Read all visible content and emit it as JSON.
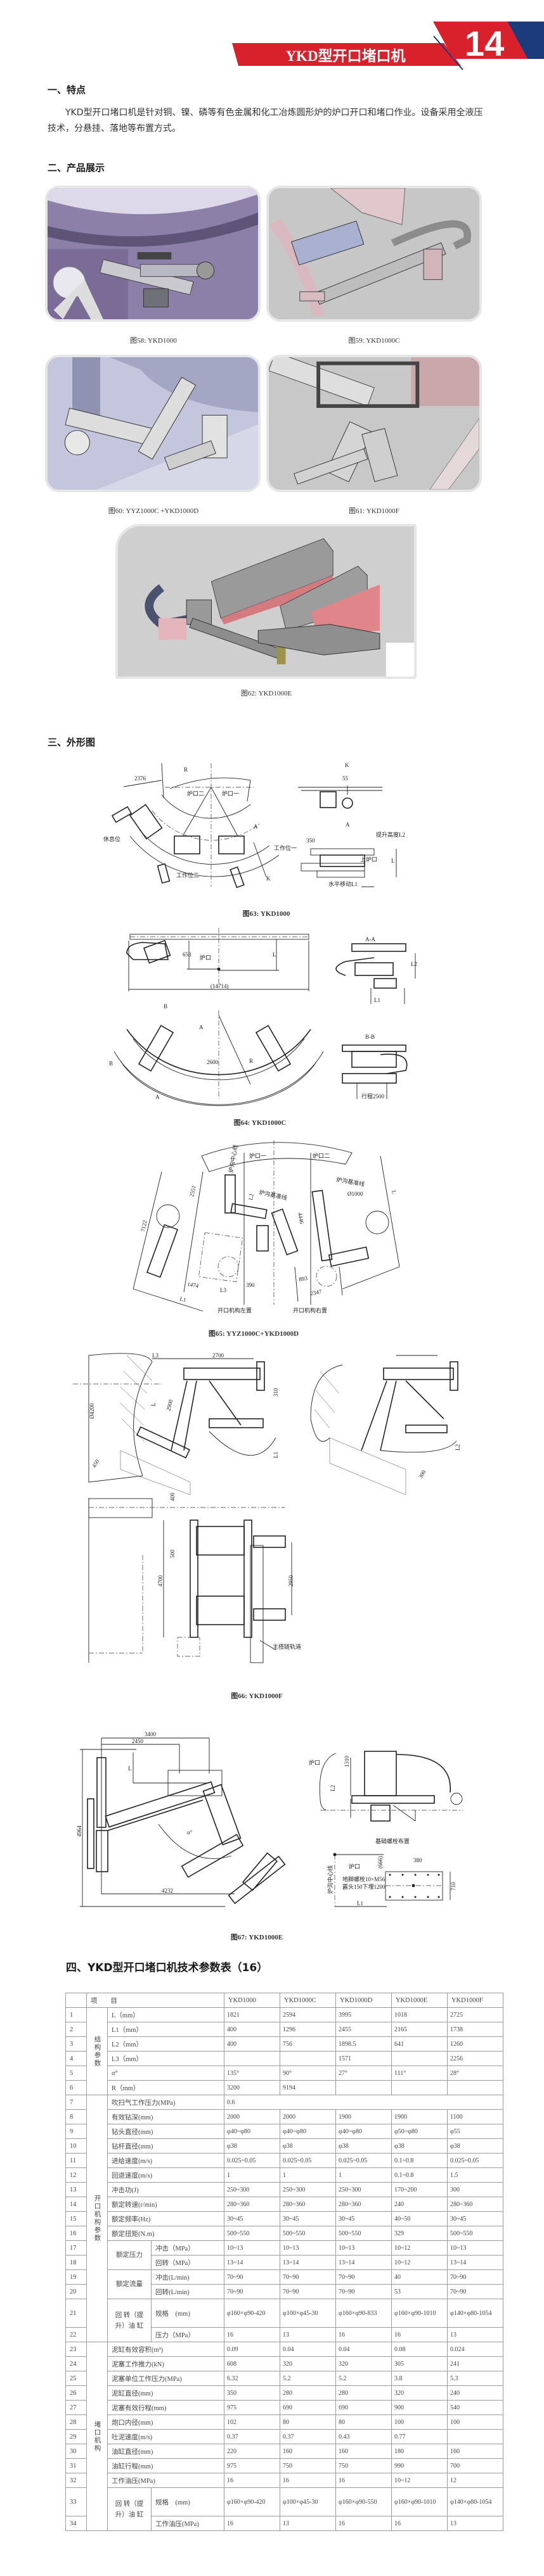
{
  "header": {
    "title": "YKD型开口堵口机",
    "number": "14",
    "colors": {
      "red": "#d8212b",
      "navy": "#1b3b7c"
    }
  },
  "section1": {
    "title": "一、特点",
    "text": "YKD型开口堵口机是针对铜、镍、磷等有色金属和化工冶炼圆形炉的炉口开口和堵口作业。设备采用全液压技术，分悬挂、落地等布置方式。"
  },
  "section2": {
    "title": "二、产品展示"
  },
  "photos": [
    {
      "caption": "图58: YKD1000"
    },
    {
      "caption": "图59: YKD1000C"
    },
    {
      "caption": "图60: YYZ1000C +YKD1000D"
    },
    {
      "caption": "图61: YKD1000F"
    },
    {
      "caption": "图62: YKD1000E"
    }
  ],
  "section3": {
    "title": "三、外形图"
  },
  "drawings": [
    {
      "caption": "图63: YKD1000",
      "labels": [
        "2376",
        "R",
        "炉口二",
        "炉口一",
        "休息位",
        "工作位一",
        "工作位二",
        "K",
        "K",
        "55",
        "A",
        "A",
        "350",
        "提升高度L2",
        "L",
        "上炉口",
        "水平移动L1"
      ]
    },
    {
      "caption": "图64: YKD1000C",
      "labels": [
        "658",
        "炉口",
        "L",
        "(14714)",
        "A-A",
        "L2",
        "L1",
        "B",
        "A",
        "2600",
        "R",
        "B",
        "A",
        "B-B",
        "行程2500"
      ]
    },
    {
      "caption": "图65: YYZ1000C+YKD1000D",
      "labels": [
        "炉沟中心线",
        "炉口一",
        "炉口二",
        "炉沟基准线",
        "2551",
        "7122",
        "L2",
        "4446",
        "Ø1000",
        "L",
        "1474",
        "L3",
        "390",
        "893",
        "2347",
        "L1",
        "开口机构左置",
        "开口机构右置",
        "炉沟基准线"
      ]
    },
    {
      "caption": "图66: YKD1000F",
      "labels": [
        "L3",
        "2700",
        "2900",
        "L",
        "310",
        "Ø4200",
        "450",
        "L1",
        "L2",
        "300",
        "400",
        "500",
        "4700",
        "2950",
        "主搭链轨道"
      ]
    },
    {
      "caption": "图67: YKD1000E",
      "labels": [
        "3400",
        "2450",
        "L",
        "4964",
        "4232",
        "α°",
        "1310",
        "炉口",
        "L2",
        "基础螺栓布置",
        "(666)",
        "380",
        "炉口",
        "地脚螺栓10×M56",
        "露头150下埋1200",
        "炉沟中心线",
        "710",
        "L1"
      ]
    }
  ],
  "section4": {
    "title": "四、YKD型开口堵口机技术参数表（16）"
  },
  "table": {
    "header": {
      "item": "项　　目",
      "models": [
        "YKD1000",
        "YKD1000C",
        "YKD1000D",
        "YKD1000E",
        "YKD1000F"
      ]
    },
    "groups": [
      {
        "label": "结构参数",
        "rows": [
          {
            "no": "1",
            "param": "L（mm）",
            "values": [
              "1821",
              "2594",
              "3995",
              "1018",
              "2725"
            ]
          },
          {
            "no": "2",
            "param": "L1（mm）",
            "values": [
              "400",
              "1296",
              "2455",
              "2165",
              "1738"
            ]
          },
          {
            "no": "3",
            "param": "L2（mm）",
            "values": [
              "400",
              "756",
              "1898.5",
              "641",
              "1260"
            ]
          },
          {
            "no": "4",
            "param": "L3（mm）",
            "values": [
              "",
              "",
              "1571",
              "",
              "2256"
            ]
          },
          {
            "no": "5",
            "param": "α°",
            "values": [
              "135°",
              "90°",
              "27°",
              "111°",
              "28°"
            ]
          },
          {
            "no": "6",
            "param": "R（mm）",
            "values": [
              "3200",
              "9194",
              "",
              "",
              ""
            ]
          }
        ]
      },
      {
        "label": "开口机构参数",
        "rows": [
          {
            "no": "7",
            "param": "吹扫气工作压力(MPa)",
            "values": [
              "0.6"
            ]
          },
          {
            "no": "8",
            "param": "有效钻深(mm)",
            "values": [
              "2000",
              "2000",
              "1900",
              "1900",
              "1100"
            ]
          },
          {
            "no": "9",
            "param": "钻头直径(mm)",
            "values": [
              "φ40~φ80",
              "φ40~φ80",
              "φ40~φ80",
              "φ50~φ80",
              "φ55"
            ]
          },
          {
            "no": "10",
            "param": "钻杆直径(mm)",
            "values": [
              "φ38",
              "φ38",
              "φ38",
              "φ38",
              "φ38"
            ]
          },
          {
            "no": "11",
            "param": "进给速度(m/s)",
            "values": [
              "0.025~0.05",
              "0.025~0.05",
              "0.025~0.05",
              "0.1~0.8",
              "0.025~0.05"
            ]
          },
          {
            "no": "12",
            "param": "回退速度(m/s)",
            "values": [
              "1",
              "1",
              "1",
              "0.1~0.8",
              "1.5"
            ]
          },
          {
            "no": "13",
            "param": "冲击功(J)",
            "values": [
              "250~300",
              "250~300",
              "250~300",
              "170~200",
              "300"
            ]
          },
          {
            "no": "14",
            "param": "额定转速(r/min)",
            "values": [
              "280~360",
              "280~360",
              "280~360",
              "240",
              "280~360"
            ]
          },
          {
            "no": "15",
            "param": "额定频率(Hz)",
            "values": [
              "30~45",
              "30~45",
              "30~45",
              "40~50",
              "30~45"
            ]
          },
          {
            "no": "16",
            "param": "额定扭矩(N.m)",
            "values": [
              "500~550",
              "500~550",
              "500~550",
              "329",
              "500~550"
            ]
          },
          {
            "sub": "额定压力",
            "items": [
              {
                "no": "17",
                "param": "冲击（MPa）",
                "values": [
                  "10~13",
                  "10~13",
                  "10~13",
                  "10~12",
                  "10~13"
                ]
              },
              {
                "no": "18",
                "param": "回转（MPa）",
                "values": [
                  "13~14",
                  "13~14",
                  "13~14",
                  "10~12",
                  "13~14"
                ]
              }
            ]
          },
          {
            "sub": "额定流量",
            "items": [
              {
                "no": "19",
                "param": "冲击(L/min)",
                "values": [
                  "70~90",
                  "70~90",
                  "70~90",
                  "40",
                  "70~90"
                ]
              },
              {
                "no": "20",
                "param": "回转(L/min)",
                "values": [
                  "70~90",
                  "70~90",
                  "70~90",
                  "53",
                  "70~90"
                ]
              }
            ]
          },
          {
            "sub": "回 转（提升）油 缸",
            "items": [
              {
                "no": "21",
                "param": "规格　(mm)",
                "tall": true,
                "values": [
                  "φ160×φ90-420",
                  "φ100×φ45-30",
                  "φ160×φ90-833",
                  "φ160×φ90-1010",
                  "φ140×φ80-1054"
                ]
              },
              {
                "no": "22",
                "param": "压力（MPa）",
                "values": [
                  "16",
                  "13",
                  "16",
                  "16",
                  "13"
                ]
              }
            ]
          }
        ]
      },
      {
        "label": "堵口机构",
        "rows": [
          {
            "no": "23",
            "param": "泥缸有效容积(m³)",
            "values": [
              "0.09",
              "0.04",
              "0.04",
              "0.08",
              "0.024"
            ]
          },
          {
            "no": "24",
            "param": "泥塞工作推力(kN)",
            "values": [
              "608",
              "320",
              "320",
              "305",
              "241"
            ]
          },
          {
            "no": "25",
            "param": "泥塞单位工作压力(MPa)",
            "values": [
              "6.32",
              "5.2",
              "5.2",
              "3.8",
              "5.3"
            ]
          },
          {
            "no": "26",
            "param": "泥缸直径(mm)",
            "values": [
              "350",
              "280",
              "280",
              "320",
              "240"
            ]
          },
          {
            "no": "27",
            "param": "泥塞有效行程(mm)",
            "values": [
              "975",
              "690",
              "690",
              "900",
              "540"
            ]
          },
          {
            "no": "28",
            "param": "炮口内径(mm)",
            "values": [
              "102",
              "80",
              "80",
              "100",
              "100"
            ]
          },
          {
            "no": "29",
            "param": "吐泥速度(m/s)",
            "values": [
              "0.37",
              "0.37",
              "0.43",
              "0.77",
              ""
            ]
          },
          {
            "no": "30",
            "param": "油缸直径(mm)",
            "values": [
              "220",
              "160",
              "160",
              "180",
              "160"
            ]
          },
          {
            "no": "31",
            "param": "油缸行程(mm)",
            "values": [
              "975",
              "750",
              "750",
              "990",
              "700"
            ]
          },
          {
            "no": "32",
            "param": "工作油压(MPa)",
            "values": [
              "16",
              "16",
              "16",
              "10~12",
              "12"
            ]
          },
          {
            "sub": "回 转（提升）油 缸",
            "items": [
              {
                "no": "33",
                "param": "规格　(mm)",
                "tall": true,
                "values": [
                  "φ160×φ90-420",
                  "φ100×φ45-30",
                  "φ160×φ90-550",
                  "φ160×φ90-1010",
                  "φ140×φ80-1054"
                ]
              },
              {
                "no": "34",
                "param": "工作油压(MPa)",
                "values": [
                  "16",
                  "13",
                  "16",
                  "16",
                  "13"
                ]
              }
            ]
          }
        ]
      }
    ]
  }
}
